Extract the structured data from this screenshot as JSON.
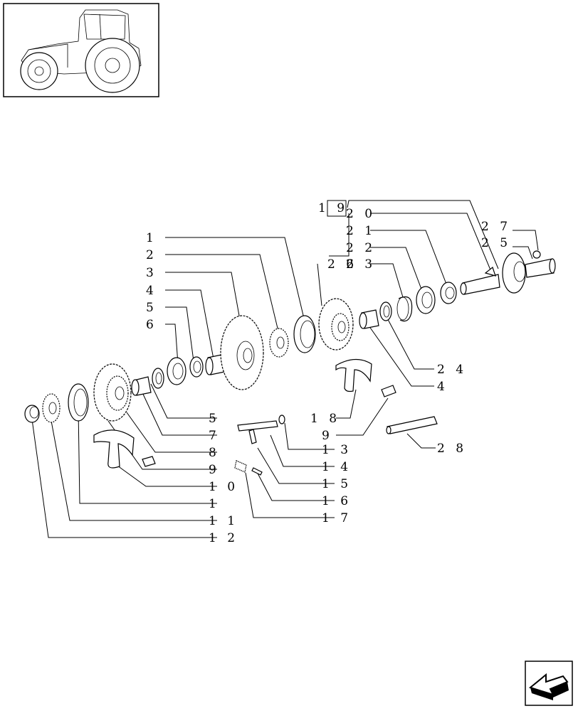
{
  "callouts": {
    "c1_top": "1",
    "c2_top": "2",
    "c3": "3",
    "c4": "4",
    "c5_top": "5",
    "c6": "6",
    "c19": "1 9",
    "c20": "2 0",
    "c21": "2 1",
    "c22": "2 2",
    "c23": "2 3",
    "c26": "2 6",
    "c27": "2 7",
    "c25": "2 5",
    "c24": "2 4",
    "c4_right": "4",
    "c5": "5",
    "c7": "7",
    "c8": "8",
    "c9_left": "9",
    "c10": "1 0",
    "c1_bottom": "1",
    "c11": "1 1",
    "c12": "1 2",
    "c18": "1 8",
    "c9_right": "9",
    "c13": "1 3",
    "c14": "1 4",
    "c15": "1 5",
    "c16": "1 6",
    "c17": "1 7",
    "c28": "2 8"
  },
  "icons": {
    "thumbnail": "tractor-thumbnail-icon",
    "navigation": "next-page-arrow-icon"
  }
}
